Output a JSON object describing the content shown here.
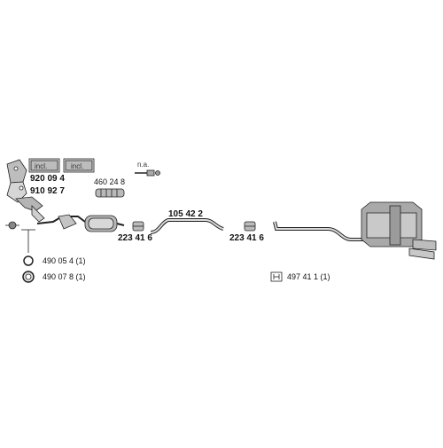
{
  "parts": {
    "kit_a": {
      "number": "920 09 4",
      "tag": "incl."
    },
    "kit_b": {
      "number": "910 92 7",
      "tag": "incl."
    },
    "flex_pipe": {
      "number": "460 24 8"
    },
    "sensor": {
      "note": "n.a."
    },
    "clamp_front": {
      "number": "223 41 6"
    },
    "middle_pipe": {
      "number": "105 42 2"
    },
    "clamp_rear": {
      "number": "223 41 6"
    },
    "ring": {
      "number": "490 05 4 (1)"
    },
    "hanger": {
      "number": "490 07 8 (1)"
    },
    "mount": {
      "number": "497 41 1 (1)"
    }
  }
}
